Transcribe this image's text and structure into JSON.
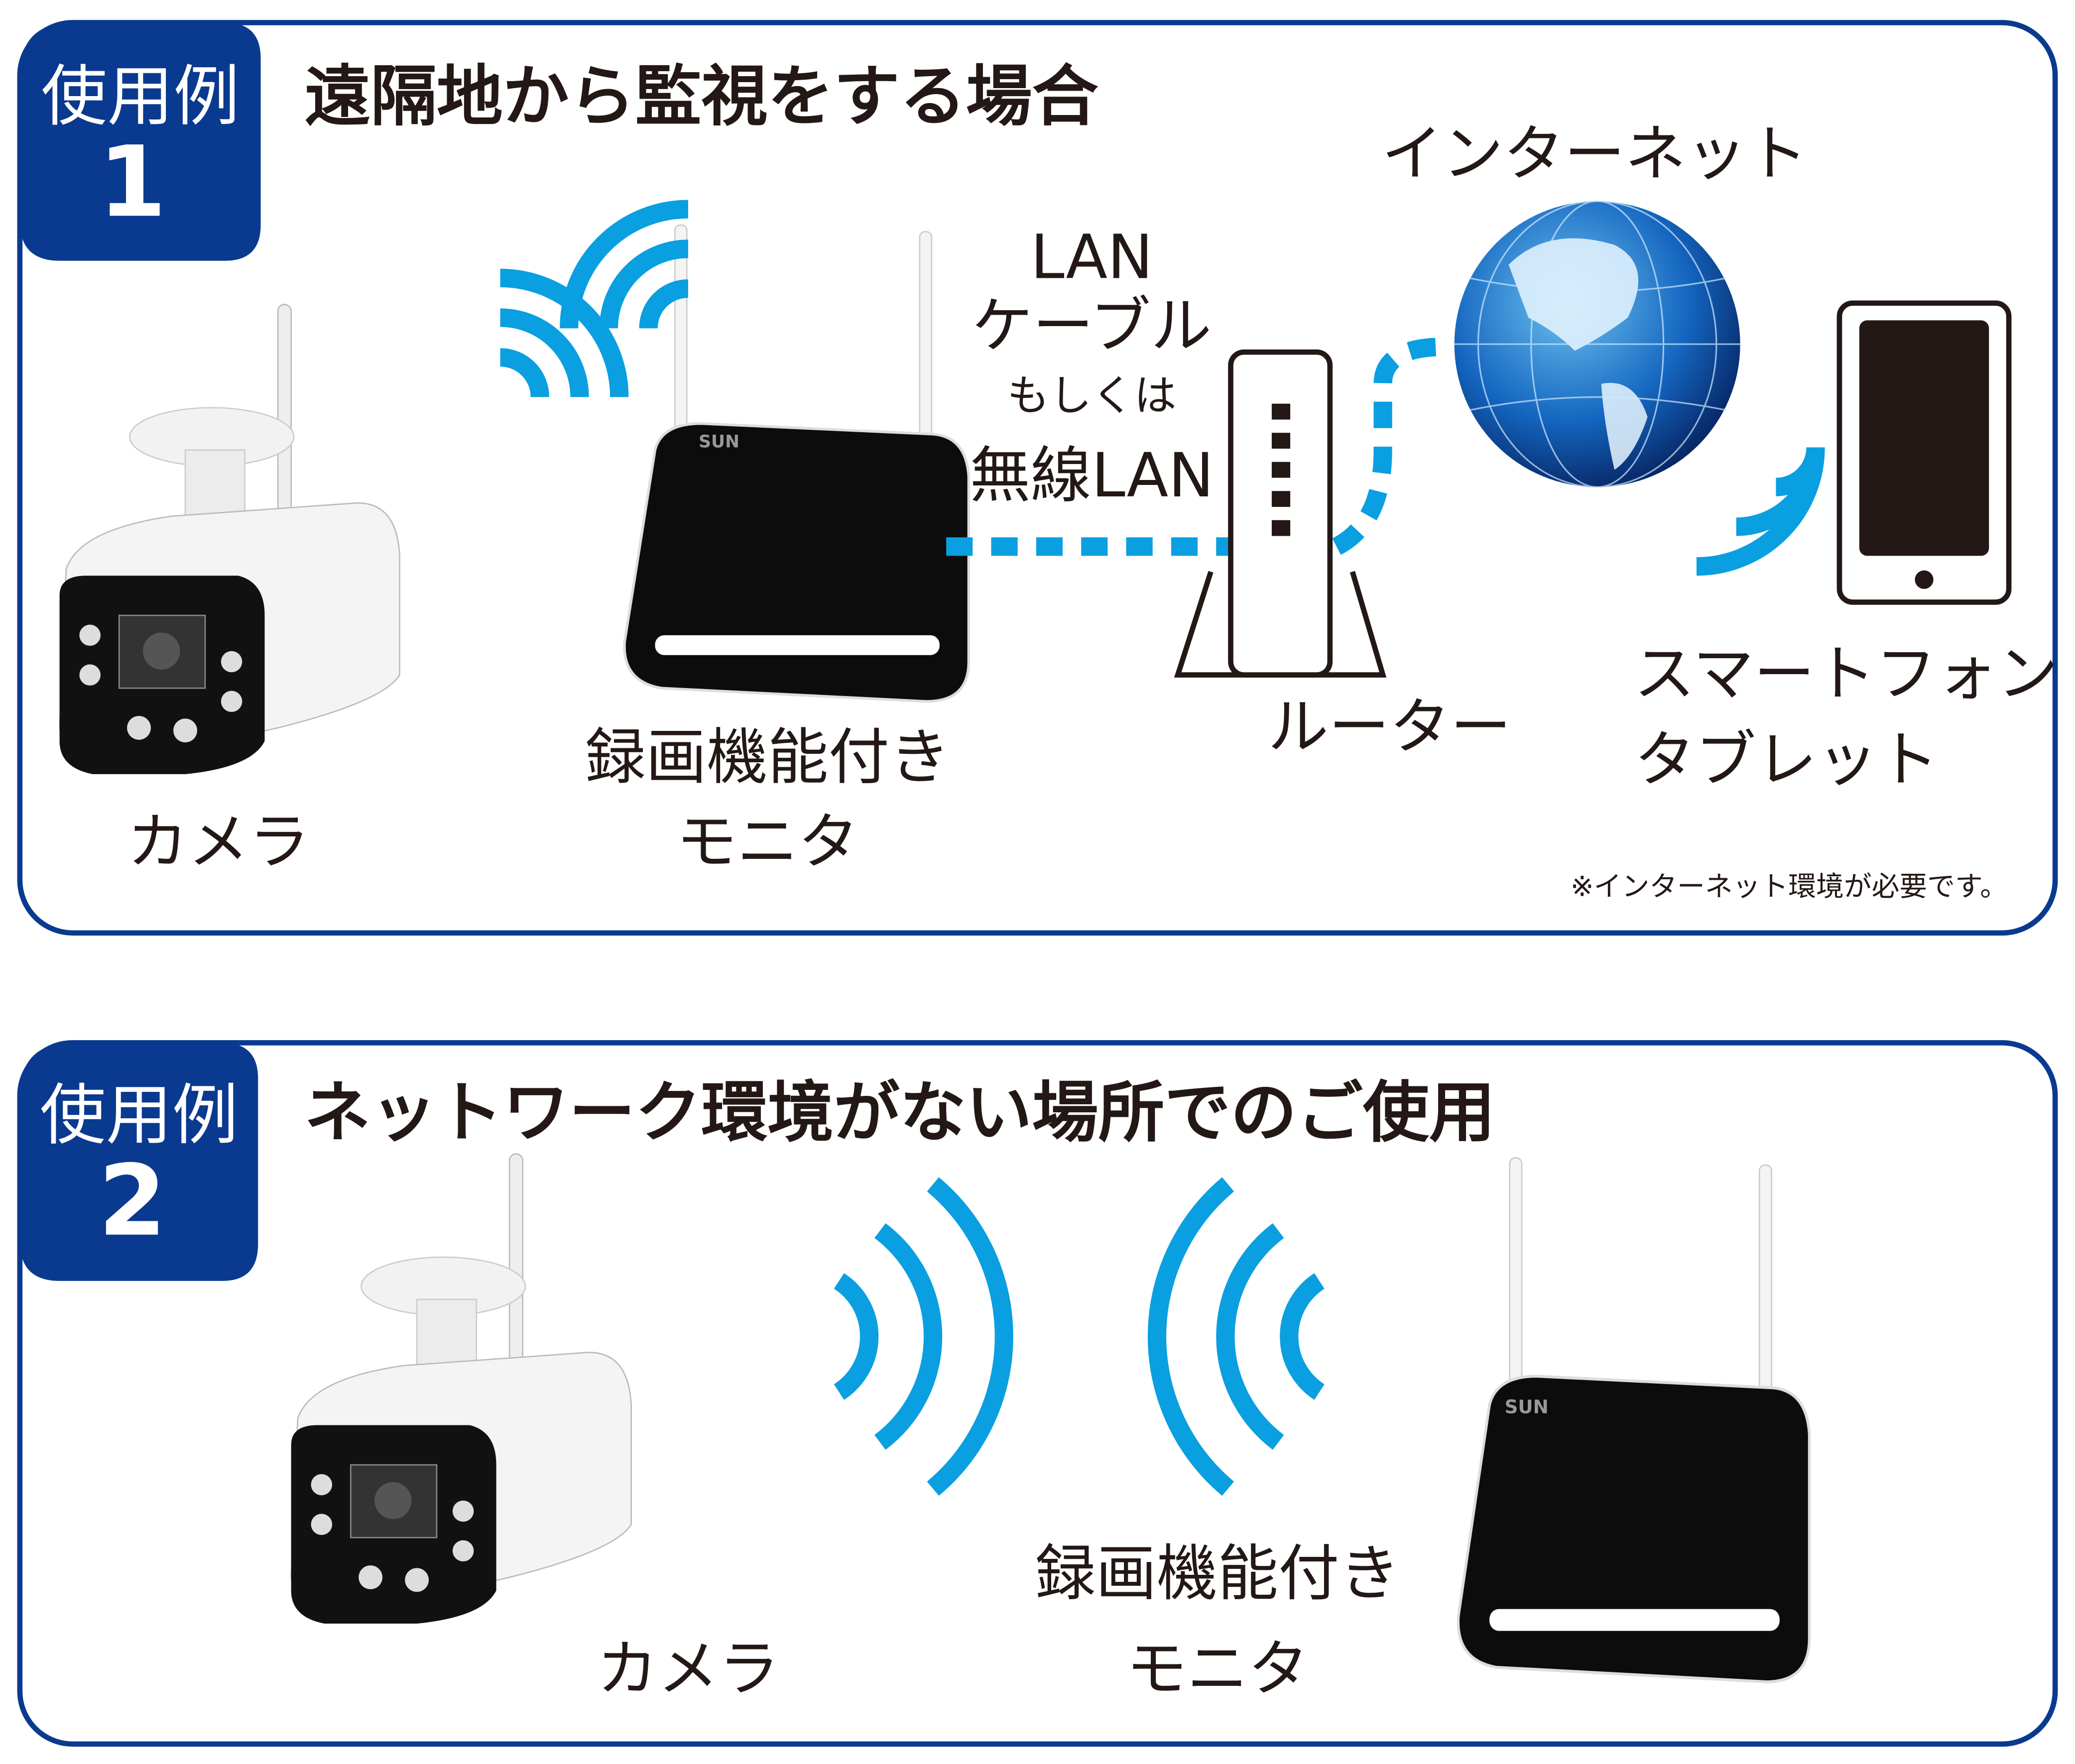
{
  "colors": {
    "navy": "#0a3a8f",
    "wifi": "#0a9fe0",
    "text": "#231815"
  },
  "case1": {
    "badge_label": "使用例",
    "badge_number": "1",
    "title": "遠隔地から監視をする場合",
    "camera_label": "カメラ",
    "monitor_label_1": "録画機能付き",
    "monitor_label_2": "モニタ",
    "link_label_1": "LAN",
    "link_label_2": "ケーブル",
    "link_label_3": "もしくは",
    "link_label_4": "無線LAN",
    "router_label": "ルーター",
    "internet_label": "インターネット",
    "device_label_1": "スマートフォン",
    "device_label_2": "タブレット",
    "note": "※インターネット環境が必要です。",
    "brand": "SUN"
  },
  "case2": {
    "badge_label": "使用例",
    "badge_number": "2",
    "title": "ネットワーク環境がない場所でのご使用",
    "camera_label": "カメラ",
    "monitor_label_1": "録画機能付き",
    "monitor_label_2": "モニタ",
    "brand": "SUN"
  }
}
